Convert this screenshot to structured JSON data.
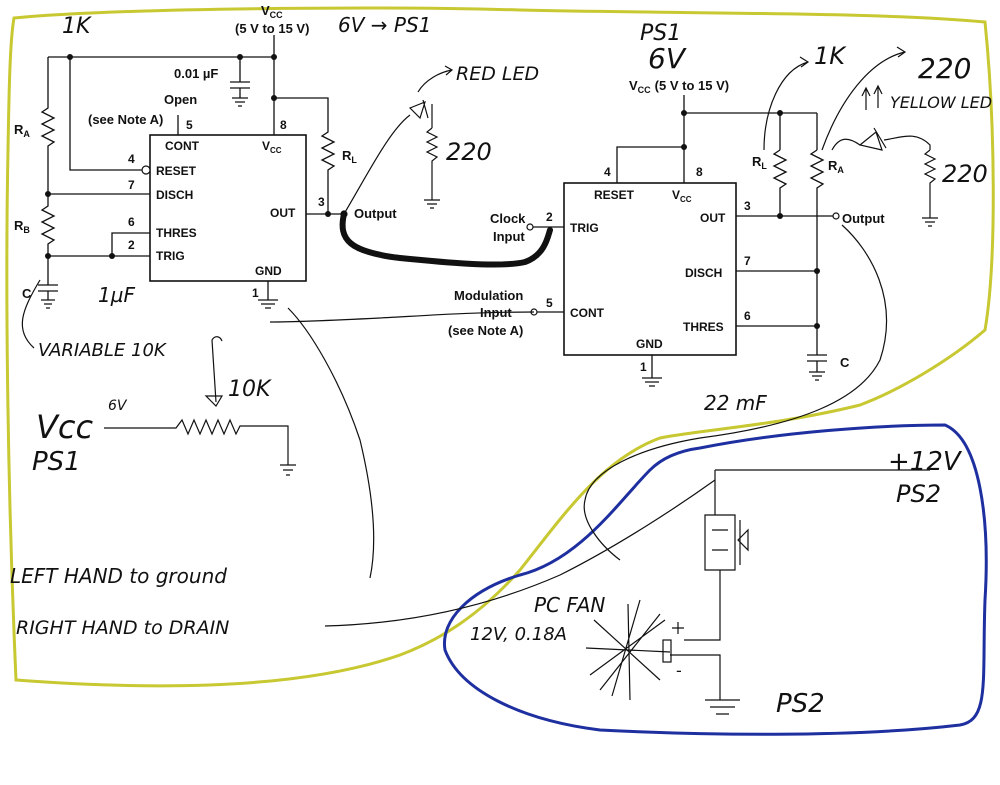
{
  "ic1": {
    "pins": {
      "cont": {
        "num": "5",
        "label": "CONT"
      },
      "vcc": {
        "num": "8",
        "label": "V",
        "sub": "CC"
      },
      "reset": {
        "num": "4",
        "label": "RESET"
      },
      "disch": {
        "num": "7",
        "label": "DISCH"
      },
      "thres": {
        "num": "6",
        "label": "THRES"
      },
      "trig": {
        "num": "2",
        "label": "TRIG"
      },
      "out": {
        "num": "3",
        "label": "OUT"
      },
      "gnd": {
        "num": "1",
        "label": "GND"
      }
    },
    "vcc_label": "V",
    "vcc_sub": "CC",
    "vcc_range": "(5 V to 15 V)",
    "cap_label": "0.01 µF",
    "open_label": "Open",
    "note_label": "(see Note A)",
    "ra": {
      "label": "R",
      "sub": "A"
    },
    "rb": {
      "label": "R",
      "sub": "B"
    },
    "rl": {
      "label": "R",
      "sub": "L"
    },
    "c": {
      "label": "C"
    },
    "output_label": "Output"
  },
  "ic2": {
    "pins": {
      "reset": {
        "num": "4",
        "label": "RESET"
      },
      "vcc": {
        "num": "8",
        "label": "V",
        "sub": "CC"
      },
      "trig": {
        "num": "2",
        "label": "TRIG"
      },
      "out": {
        "num": "3",
        "label": "OUT"
      },
      "disch": {
        "num": "7",
        "label": "DISCH"
      },
      "cont": {
        "num": "5",
        "label": "CONT"
      },
      "thres": {
        "num": "6",
        "label": "THRES"
      },
      "gnd": {
        "num": "1",
        "label": "GND"
      }
    },
    "vcc_label": "V",
    "vcc_sub": "CC",
    "vcc_range": "(5 V to 15 V)",
    "clock_line1": "Clock",
    "clock_line2": "Input",
    "mod_line1": "Modulation",
    "mod_line2": "Input",
    "mod_line3": "(see Note A)",
    "rl": {
      "label": "R",
      "sub": "L"
    },
    "ra": {
      "label": "R",
      "sub": "A"
    },
    "c": {
      "label": "C"
    },
    "output_label": "Output"
  },
  "handwritten": {
    "r1k_top": "1K",
    "vcc_note": "6V → PS1",
    "red_led": "RED LED",
    "r220_red": "220",
    "cap_1uf": "1µF",
    "variable_10k": "VARIABLE 10K",
    "ps1_top": "PS1",
    "ps1_6v": "6V",
    "r1k_right": "1K",
    "r220_right_top": "220",
    "yellow_led": "YELLOW LED",
    "r220_yellow": "220",
    "cap_22mf": "22 mF",
    "pot_10k": "10K",
    "vcc_pot": "Vcc",
    "vcc_pot_6v": "6V",
    "ps1_pot": "PS1",
    "left_hand": "LEFT HAND  to ground",
    "right_hand": "RIGHT HAND to DRAIN",
    "plus12v": "+12V",
    "ps2_top": "PS2",
    "pc_fan": "PC FAN",
    "fan_rating": "12V, 0.18A",
    "ps2_bottom": "PS2",
    "fan_plus": "+",
    "fan_minus": "-"
  },
  "colors": {
    "yellow_outline": "#c8c832",
    "blue_outline": "#1e2fa0",
    "ink": "#111111"
  }
}
